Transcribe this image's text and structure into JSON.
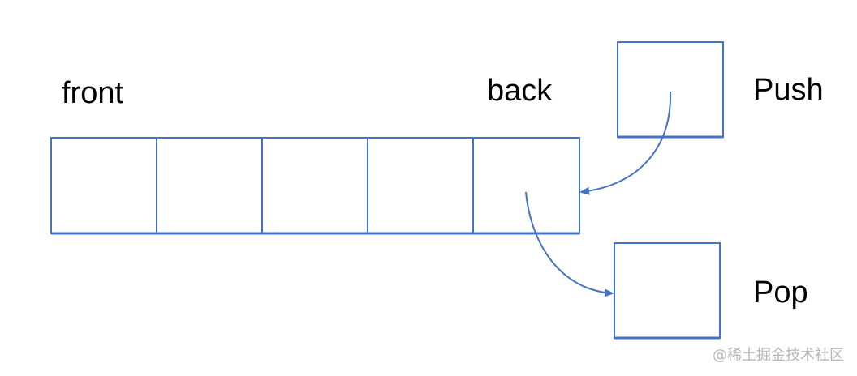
{
  "labels": {
    "front": "front",
    "back": "back",
    "push": "Push",
    "pop": "Pop"
  },
  "watermark": "@稀土掘金技术社区",
  "colors": {
    "line": "#4472C4",
    "text": "#000000",
    "background": "#ffffff"
  }
}
